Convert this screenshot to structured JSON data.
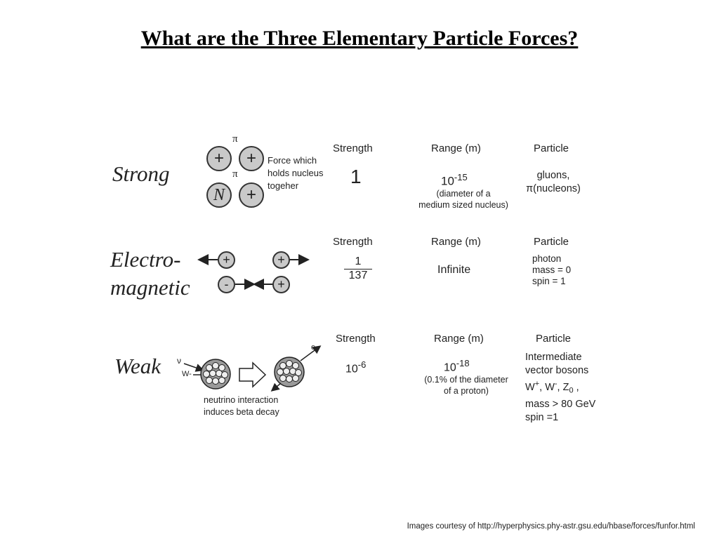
{
  "title": "What are the Three Elementary Particle Forces?",
  "strong": {
    "name": "Strong",
    "pi_symbol": "π",
    "plus": "+",
    "nucleon_n": "N",
    "description": [
      "Force which",
      "holds nucleus",
      "togeher"
    ],
    "strength_header": "Strength",
    "strength": "1",
    "range_header": "Range (m)",
    "range_base": "10",
    "range_exp": "-15",
    "range_note": [
      "(diameter of a",
      "medium sized nucleus)"
    ],
    "particle_header": "Particle",
    "particle": [
      "gluons,",
      "π(nucleons)"
    ]
  },
  "em": {
    "name_line1": "Electro-",
    "name_line2": "magnetic",
    "plus": "+",
    "minus": "-",
    "strength_header": "Strength",
    "strength_num": "1",
    "strength_den": "137",
    "range_header": "Range (m)",
    "range": "Infinite",
    "particle_header": "Particle",
    "particle": [
      "photon",
      "mass = 0",
      "spin = 1"
    ]
  },
  "weak": {
    "name": "Weak",
    "nu_label": "ν",
    "w_label": "W-",
    "e_label": "e-",
    "caption": [
      "neutrino interaction",
      "induces beta decay"
    ],
    "strength_header": "Strength",
    "strength_base": "10",
    "strength_exp": "-6",
    "range_header": "Range (m)",
    "range_base": "10",
    "range_exp": "-18",
    "range_note": [
      "(0.1% of the diameter",
      "of a proton)"
    ],
    "particle_header": "Particle",
    "particle_line1": "Intermediate",
    "particle_line2": "vector bosons",
    "w_plus": "W",
    "w_plus_sup": "+",
    "w_minus": "W",
    "w_minus_sup": "-",
    "z": "Z",
    "z_sub": "0",
    "particle_line4": "mass > 80 GeV",
    "particle_line5": "spin =1"
  },
  "footer": "Images courtesy of http://hyperphysics.phy-astr.gsu.edu/hbase/forces/funfor.html"
}
